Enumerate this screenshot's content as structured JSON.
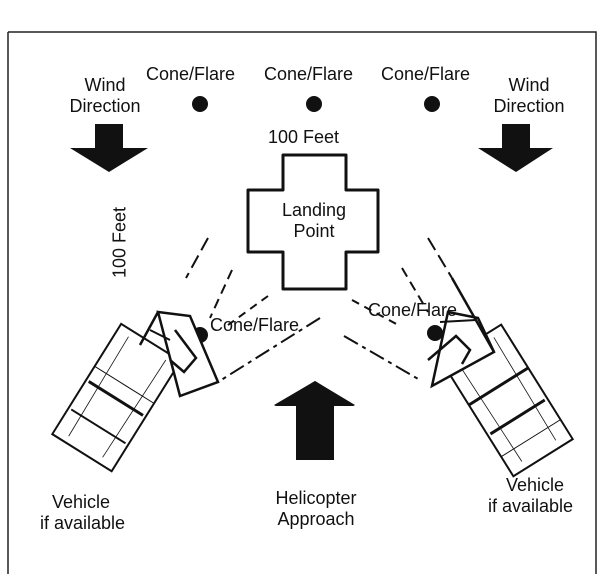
{
  "labels": {
    "cone_flare_top_left": "Cone/Flare",
    "cone_flare_top_center": "Cone/Flare",
    "cone_flare_top_right": "Cone/Flare",
    "wind_direction_left": [
      "Wind",
      "Direction"
    ],
    "wind_direction_right": [
      "Wind",
      "Direction"
    ],
    "distance_top": "100 Feet",
    "distance_left": "100 Feet",
    "landing_point": [
      "Landing",
      "Point"
    ],
    "cone_flare_lower_left": "Cone/Flare",
    "cone_flare_lower_right": "Cone/Flare",
    "vehicle_left": [
      "Vehicle",
      "if available"
    ],
    "vehicle_right": [
      "Vehicle",
      "if available"
    ],
    "helicopter_approach": [
      "Helicopter",
      "Approach"
    ]
  },
  "colors": {
    "ink": "#111111",
    "background": "#ffffff"
  }
}
